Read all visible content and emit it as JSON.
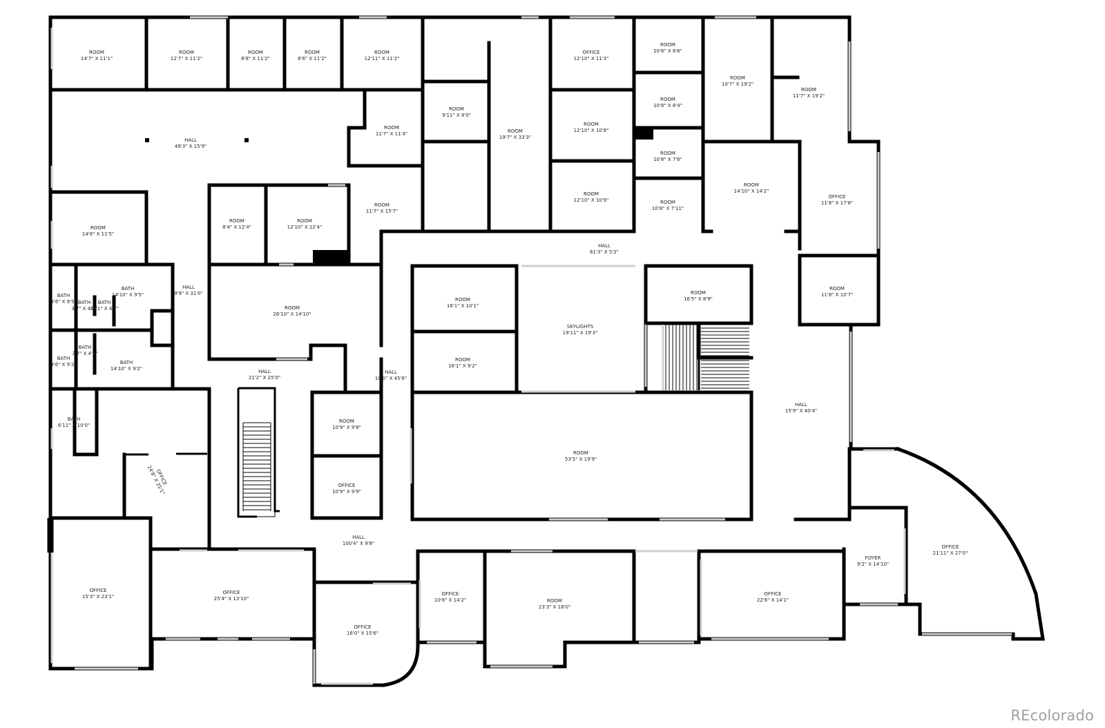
{
  "watermark": "REcolorado",
  "rooms": [
    {
      "id": "r1",
      "name": "ROOM",
      "dims": "14'7\" X 11'1\""
    },
    {
      "id": "r2",
      "name": "ROOM",
      "dims": "12'7\" X 11'2\""
    },
    {
      "id": "r3",
      "name": "ROOM",
      "dims": "8'8\" X 11'2\""
    },
    {
      "id": "r4",
      "name": "ROOM",
      "dims": "8'6\" X 11'2\""
    },
    {
      "id": "r5",
      "name": "ROOM",
      "dims": "12'11\" X 11'2\""
    },
    {
      "id": "r6",
      "name": "OFFICE",
      "dims": "12'10\" X 11'3\""
    },
    {
      "id": "r7",
      "name": "ROOM",
      "dims": "10'8\" X 8'6\""
    },
    {
      "id": "r8",
      "name": "ROOM",
      "dims": "10'7\" X 19'2\""
    },
    {
      "id": "r9",
      "name": "ROOM",
      "dims": "11'7\" X 19'2\""
    },
    {
      "id": "r10",
      "name": "HALL",
      "dims": "49'3\" X 15'9\""
    },
    {
      "id": "r11",
      "name": "ROOM",
      "dims": "11'7\" X 11'4\""
    },
    {
      "id": "r12",
      "name": "ROOM",
      "dims": "9'11\" X 9'0\""
    },
    {
      "id": "r13",
      "name": "ROOM",
      "dims": "19'7\" X 33'3\""
    },
    {
      "id": "r14",
      "name": "ROOM",
      "dims": "12'10\" X 10'8\""
    },
    {
      "id": "r15",
      "name": "ROOM",
      "dims": "10'8\" X 8'4\""
    },
    {
      "id": "r16",
      "name": "ROOM",
      "dims": "10'8\" X 7'6\""
    },
    {
      "id": "r17",
      "name": "ROOM",
      "dims": "12'10\" X 10'9\""
    },
    {
      "id": "r18",
      "name": "ROOM",
      "dims": "10'8\" X 7'11\""
    },
    {
      "id": "r19",
      "name": "ROOM",
      "dims": "14'10\" X 14'2\""
    },
    {
      "id": "r20",
      "name": "OFFICE",
      "dims": "11'8\" X 17'8\""
    },
    {
      "id": "r21",
      "name": "ROOM",
      "dims": "14'6\" X 11'5\""
    },
    {
      "id": "r22",
      "name": "ROOM",
      "dims": "8'4\" X 12'4\""
    },
    {
      "id": "r23",
      "name": "ROOM",
      "dims": "12'10\" X 12'4\""
    },
    {
      "id": "r24",
      "name": "ROOM",
      "dims": "11'7\" X 15'7\""
    },
    {
      "id": "r25",
      "name": "HALL",
      "dims": "61'3\" X 5'2\""
    },
    {
      "id": "r26",
      "name": "BATH",
      "dims": "3'6\" X 9'5\""
    },
    {
      "id": "r27",
      "name": "BATH",
      "dims": "14'10\" X 9'5\""
    },
    {
      "id": "r28",
      "name": "BATH",
      "dims": "3'7\" X 4'2\""
    },
    {
      "id": "r29",
      "name": "BATH",
      "dims": "3'11\" X 4'7\""
    },
    {
      "id": "r30",
      "name": "HALL",
      "dims": "9'9\" X 31'0\""
    },
    {
      "id": "r31",
      "name": "ROOM",
      "dims": "26'10\" X 14'10\""
    },
    {
      "id": "r32",
      "name": "ROOM",
      "dims": "16'1\" X 10'1\""
    },
    {
      "id": "r33",
      "name": "SKYLIGHTS",
      "dims": "19'11\" X 19'3\""
    },
    {
      "id": "r34",
      "name": "ROOM",
      "dims": "16'5\" X 8'9\""
    },
    {
      "id": "r35",
      "name": "ROOM",
      "dims": "11'8\" X 10'7\""
    },
    {
      "id": "r36",
      "name": "BATH",
      "dims": "3'7\" X 4'1\""
    },
    {
      "id": "r37",
      "name": "BATH",
      "dims": "3'6\" X 9'2\""
    },
    {
      "id": "r38",
      "name": "BATH",
      "dims": "14'10\" X 9'2\""
    },
    {
      "id": "r39",
      "name": "HALL",
      "dims": "21'2\" X 25'0\""
    },
    {
      "id": "r40",
      "name": "HALL",
      "dims": "10'0\" X 45'6\""
    },
    {
      "id": "r41",
      "name": "ROOM",
      "dims": "16'1\" X 9'2\""
    },
    {
      "id": "r42",
      "name": "HALL",
      "dims": "15'9\" X 40'4\""
    },
    {
      "id": "r43",
      "name": "BATH",
      "dims": "6'11\" X 10'0\""
    },
    {
      "id": "r44",
      "name": "ROOM",
      "dims": "10'9\" X 9'8\""
    },
    {
      "id": "r45",
      "name": "ROOM",
      "dims": "53'5\" X 19'9\""
    },
    {
      "id": "r46",
      "name": "OFFICE",
      "dims": "24'8\" X 25'1\""
    },
    {
      "id": "r47",
      "name": "OFFICE",
      "dims": "10'9\" X 9'9\""
    },
    {
      "id": "r48",
      "name": "HALL",
      "dims": "100'4\" X 9'8\""
    },
    {
      "id": "r49",
      "name": "OFFICE",
      "dims": "21'11\" X 27'0\""
    },
    {
      "id": "r50",
      "name": "FOYER",
      "dims": "9'2\" X 14'10\""
    },
    {
      "id": "r51",
      "name": "OFFICE",
      "dims": "15'3\" X 23'1\""
    },
    {
      "id": "r52",
      "name": "OFFICE",
      "dims": "25'4\" X 13'10\""
    },
    {
      "id": "r53",
      "name": "OFFICE",
      "dims": "10'6\" X 14'2\""
    },
    {
      "id": "r54",
      "name": "ROOM",
      "dims": "23'3\" X 18'0\""
    },
    {
      "id": "r55",
      "name": "OFFICE",
      "dims": "22'6\" X 14'1\""
    },
    {
      "id": "r56",
      "name": "OFFICE",
      "dims": "16'0\" X 15'6\""
    }
  ]
}
